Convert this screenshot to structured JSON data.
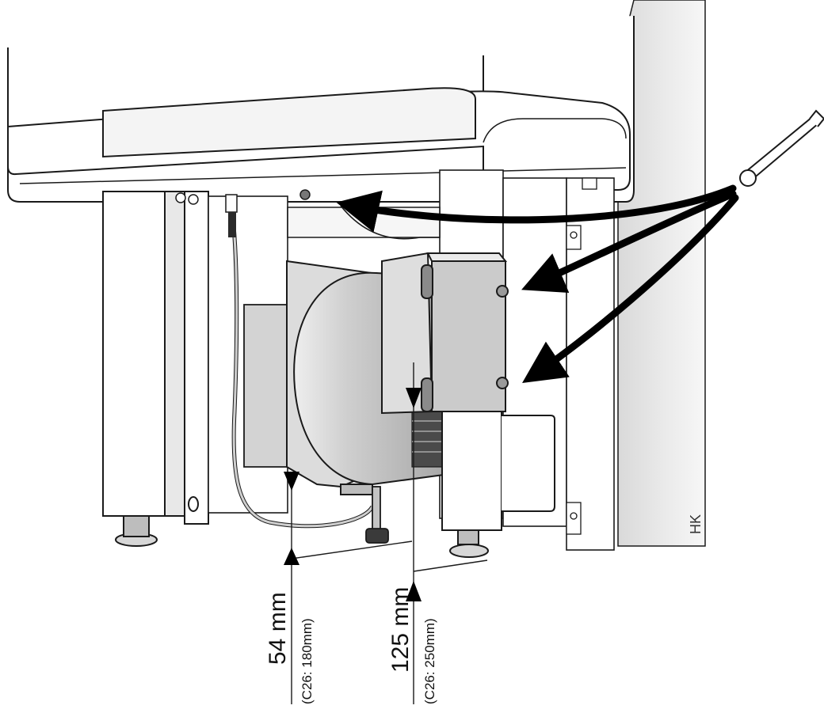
{
  "dimensions": [
    {
      "value": "54 mm",
      "note": "(C26: 180mm)"
    },
    {
      "value": "125 mm",
      "note": "(C26: 250mm)"
    }
  ],
  "corner_mark": "HK",
  "colors": {
    "line": "#1a1a1a",
    "part_light": "#dcdcdc",
    "part_mid": "#c8c8c8",
    "part_dark": "#a9a9a9",
    "wall_shade": "#e6e6e6",
    "arrow": "#000000"
  },
  "icons": [
    "wrench-icon",
    "ground-wire",
    "adjustable-foot"
  ]
}
